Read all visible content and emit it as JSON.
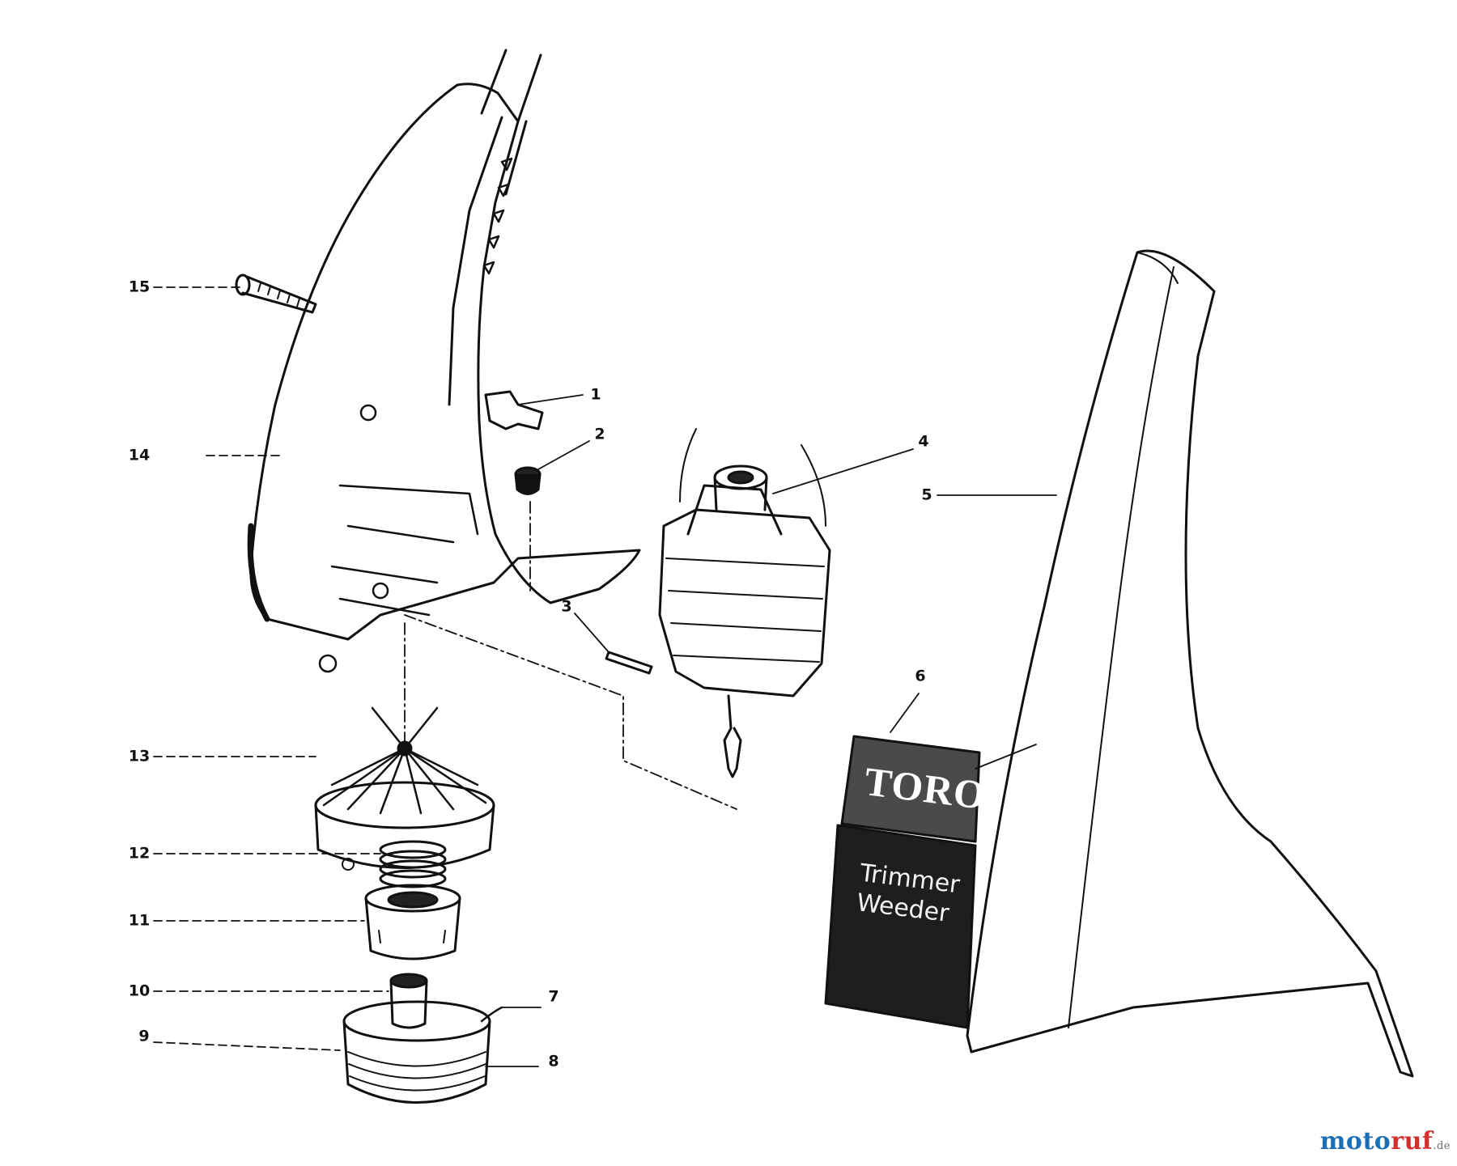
{
  "diagram": {
    "callouts": [
      "1",
      "2",
      "3",
      "4",
      "5",
      "6",
      "7",
      "8",
      "9",
      "10",
      "11",
      "12",
      "13",
      "14",
      "15"
    ],
    "decal": {
      "brand": "TORO",
      "line1": "Trimmer",
      "line2": "Weeder"
    }
  },
  "watermark": {
    "brand": "motoruf",
    "tld": ".de",
    "colors": {
      "moto": "#1c6fb4",
      "ruf": "#d0312d",
      "tld": "#6b6b6b"
    }
  },
  "colors": {
    "ink": "#111111",
    "decal_dark": "#1e1e1e",
    "decal_mid": "#4a4a4a"
  }
}
